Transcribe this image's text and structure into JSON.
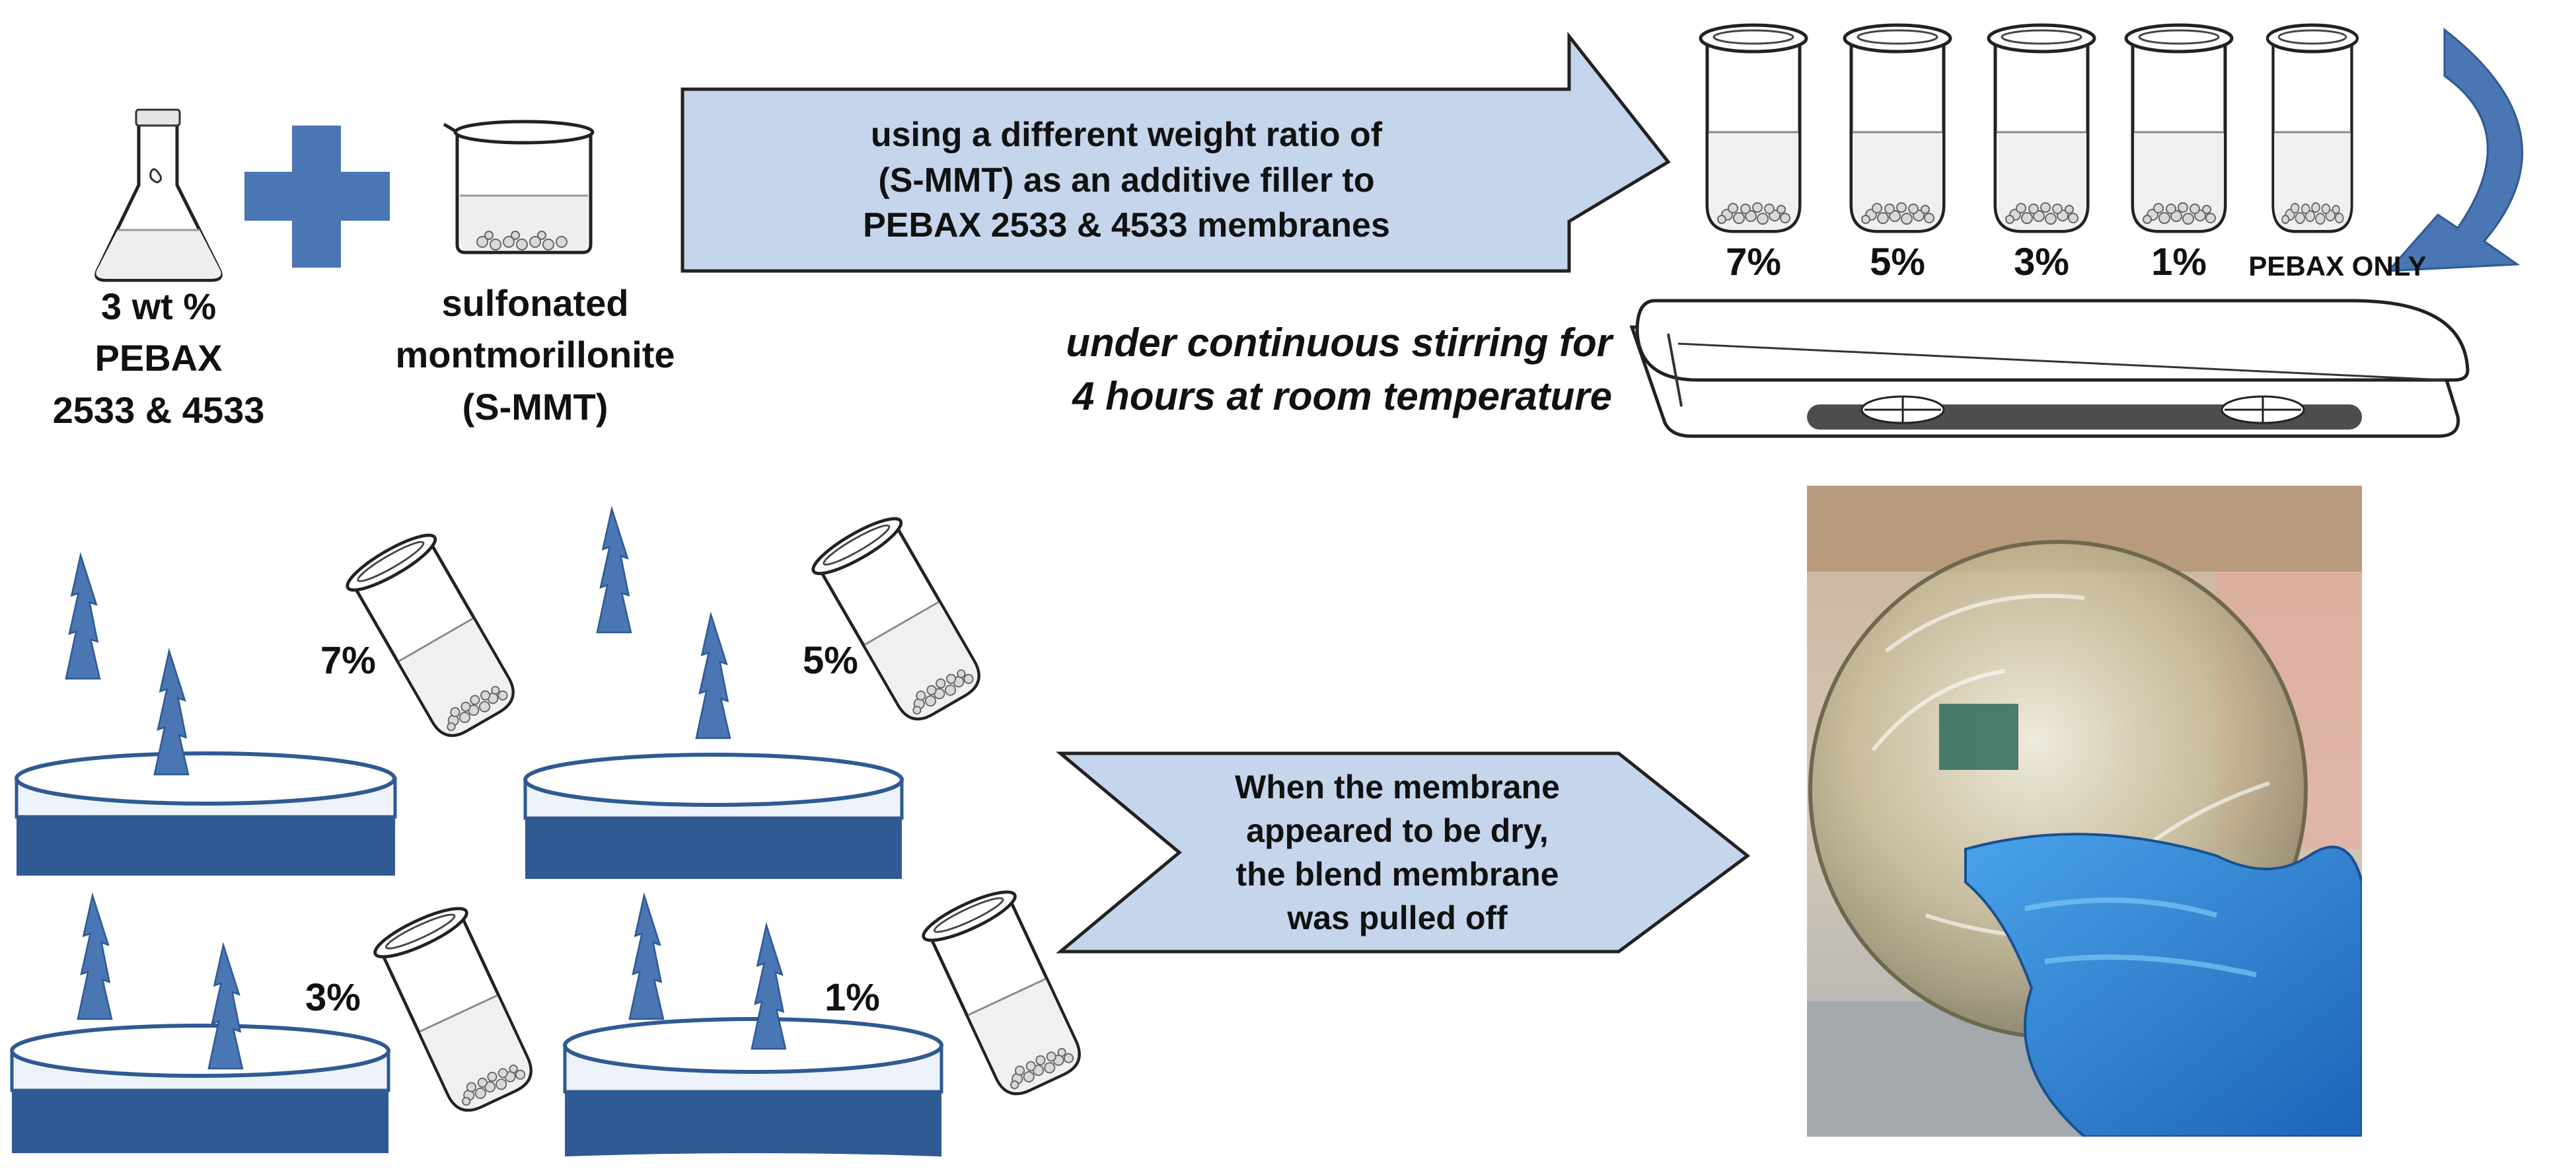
{
  "ingredients": {
    "pebax_label": [
      "3 wt %",
      "PEBAX",
      "2533 & 4533"
    ],
    "smmt_label": [
      "sulfonated",
      "montmorillonite",
      "(S-MMT)"
    ]
  },
  "process_arrow": {
    "lines": [
      "using a different weight ratio of",
      "(S-MMT) as an additive filler to",
      "PEBAX 2533 & 4533 membranes"
    ]
  },
  "vials": {
    "labels": [
      "7%",
      "5%",
      "3%",
      "1%",
      "PEBAX ONLY"
    ]
  },
  "stirring": {
    "lines": [
      "under continuous stirring for",
      "4 hours at room temperature"
    ]
  },
  "casting": {
    "labels": [
      "7%",
      "5%",
      "3%",
      "1%"
    ]
  },
  "final_step": {
    "lines": [
      "When the membrane",
      "appeared to be dry,",
      "the blend membrane",
      "was pulled off"
    ]
  },
  "colors": {
    "accent_blue": "#4a76b3",
    "box_fill": "#c5d5ec",
    "dish_dark": "#2f5a93",
    "dish_light": "#eef3fb"
  },
  "icons": [
    "erlenmeyer-flask-icon",
    "plus-icon",
    "beaker-icon",
    "vial-icon",
    "magnetic-stirrer-icon",
    "petri-dish-icon",
    "evaporation-arrow-icon",
    "curved-arrow-icon"
  ]
}
